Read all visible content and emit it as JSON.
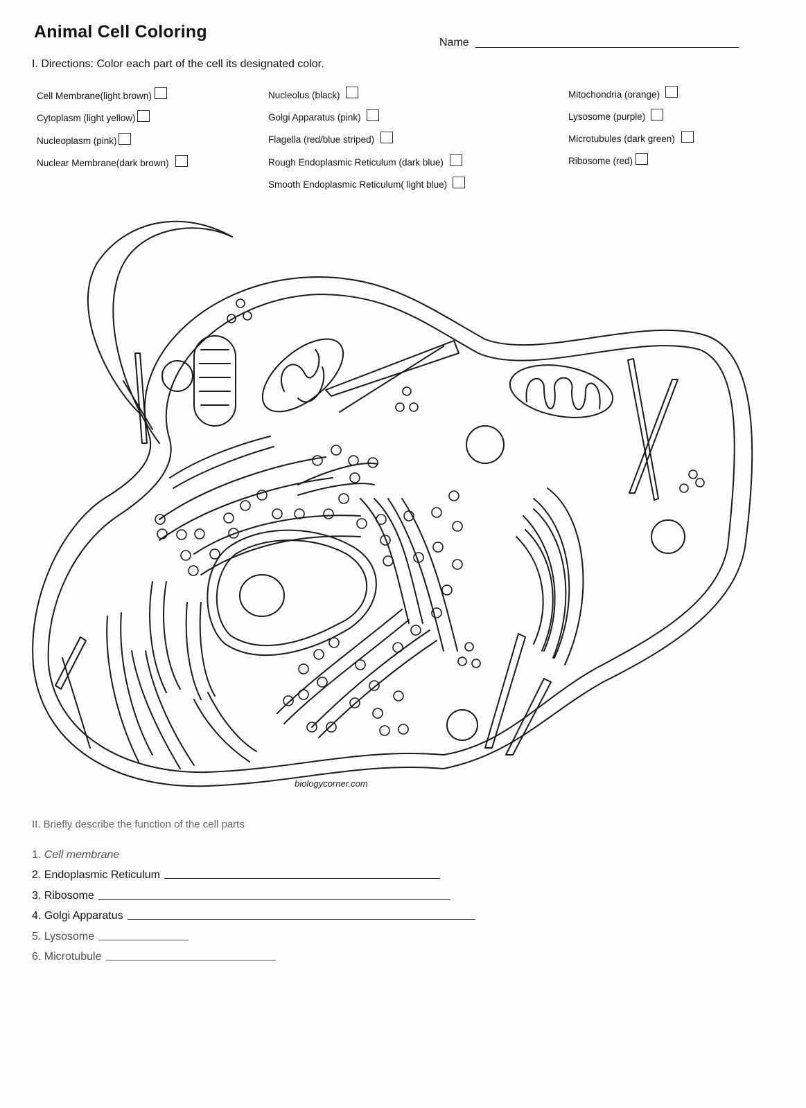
{
  "worksheet": {
    "title": "Animal Cell Coloring",
    "name_label": "Name",
    "directions": "I. Directions: Color each part of the cell its designated color."
  },
  "legend": {
    "column_1": [
      {
        "label": "Cell Membrane(light brown)",
        "color": "#b5895a"
      },
      {
        "label": "Cytoplasm (light yellow)",
        "color": "#fff6a8"
      },
      {
        "label": "Nucleoplasm (pink)",
        "color": "#f7b7c8"
      },
      {
        "label": "Nuclear Membrane(dark brown)",
        "color": "#5a3a1a"
      }
    ],
    "column_2": [
      {
        "label": "Nucleolus (black)",
        "color": "#000000"
      },
      {
        "label": "Golgi Apparatus (pink)",
        "color": "#f7b7c8"
      },
      {
        "label": "Flagella (red/blue striped)",
        "color": "#d02020"
      },
      {
        "label": "Rough Endoplasmic Reticulum (dark blue)",
        "color": "#1a2a8a"
      },
      {
        "label": "Smooth Endoplasmic Reticulum( light blue)",
        "color": "#8ec8f0"
      }
    ],
    "column_3": [
      {
        "label": "Mitochondria (orange)",
        "color": "#f08a1a"
      },
      {
        "label": "Lysosome (purple)",
        "color": "#7a3aa0"
      },
      {
        "label": "Microtubules (dark green)",
        "color": "#1a5a2a"
      },
      {
        "label": "Ribosome (red)",
        "color": "#d02020"
      }
    ]
  },
  "diagram": {
    "credit": "biologycorner.com"
  },
  "section_2": {
    "heading": "II. Briefly describe the function of the cell parts",
    "questions": [
      {
        "number": "1.",
        "label": "Cell membrane"
      },
      {
        "number": "2.",
        "label": "Endoplasmic Reticulum"
      },
      {
        "number": "3.",
        "label": "Ribosome"
      },
      {
        "number": "4.",
        "label": "Golgi Apparatus"
      },
      {
        "number": "5.",
        "label": "Lysosome"
      },
      {
        "number": "6.",
        "label": "Microtubule"
      }
    ]
  }
}
